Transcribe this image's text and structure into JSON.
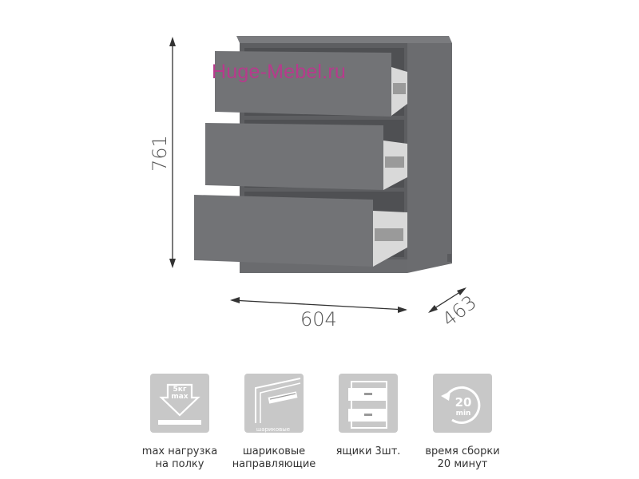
{
  "watermark": "Huge-Mebel.ru",
  "dimensions": {
    "height": "761",
    "width": "604",
    "depth": "463"
  },
  "features": [
    {
      "icon": "weight-load-icon",
      "icon_text": [
        "5кг",
        "max"
      ],
      "label_lines": [
        "max нагрузка",
        "на полку"
      ]
    },
    {
      "icon": "ball-bearing-slide-icon",
      "icon_text": [
        "шариковые"
      ],
      "label_lines": [
        "шариковые",
        "направляющие"
      ]
    },
    {
      "icon": "drawers-icon",
      "icon_text": [],
      "label_lines": [
        "ящики 3шт."
      ]
    },
    {
      "icon": "assembly-timer-icon",
      "icon_text": [
        "20",
        "min"
      ],
      "label_lines": [
        "время сборки",
        "20 минут"
      ]
    }
  ],
  "colors": {
    "furniture": "#6f7073",
    "furniture_dark": "#5a5b5e",
    "icon_bg": "#c8c8c8",
    "watermark": "#b73a8c"
  }
}
